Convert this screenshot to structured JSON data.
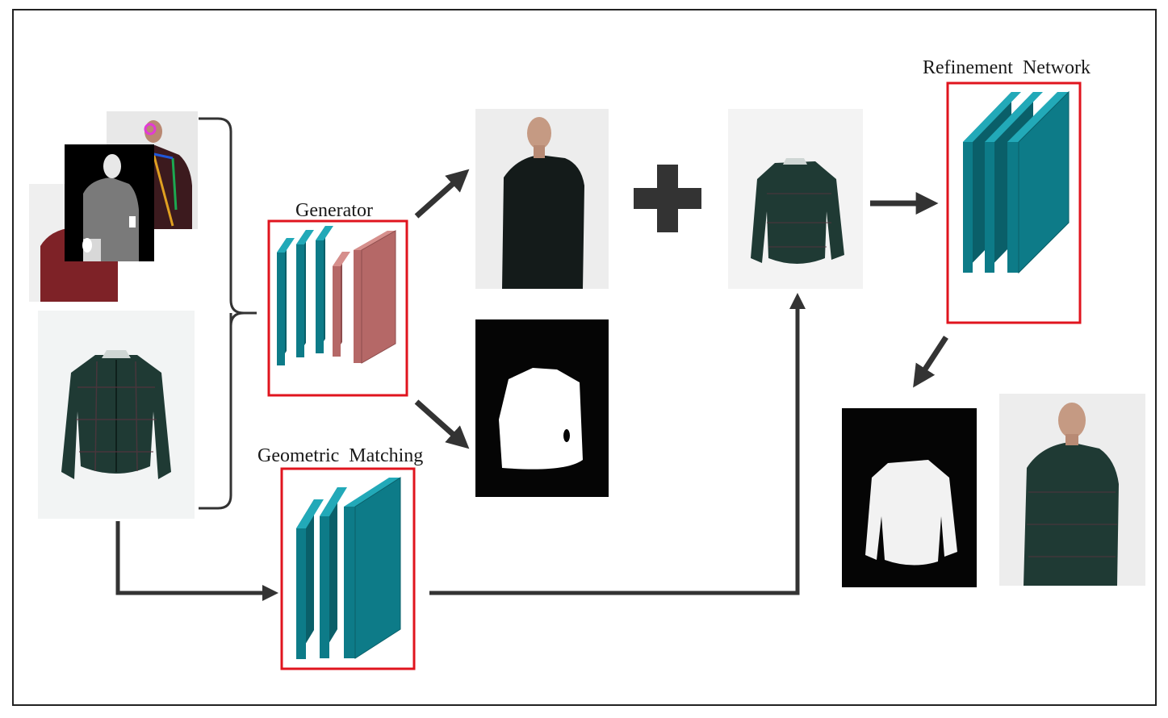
{
  "labels": {
    "generator": "Generator",
    "geometric_matching": "Geometric  Matching",
    "refinement_network": "Refinement  Network"
  },
  "colors": {
    "teal_front": "#0d7b88",
    "teal_side": "#0a5f69",
    "teal_top": "#22a9b8",
    "red_front": "#b56867",
    "red_side": "#8d4c4c",
    "red_top": "#d68f8c",
    "box_border": "#e0141e",
    "arrow": "#333333",
    "frame": "#222222",
    "shirt": "#1f3a34",
    "mask": "#050505"
  },
  "icons": {
    "plus": "plus-icon",
    "arrow": "arrow-icon"
  }
}
